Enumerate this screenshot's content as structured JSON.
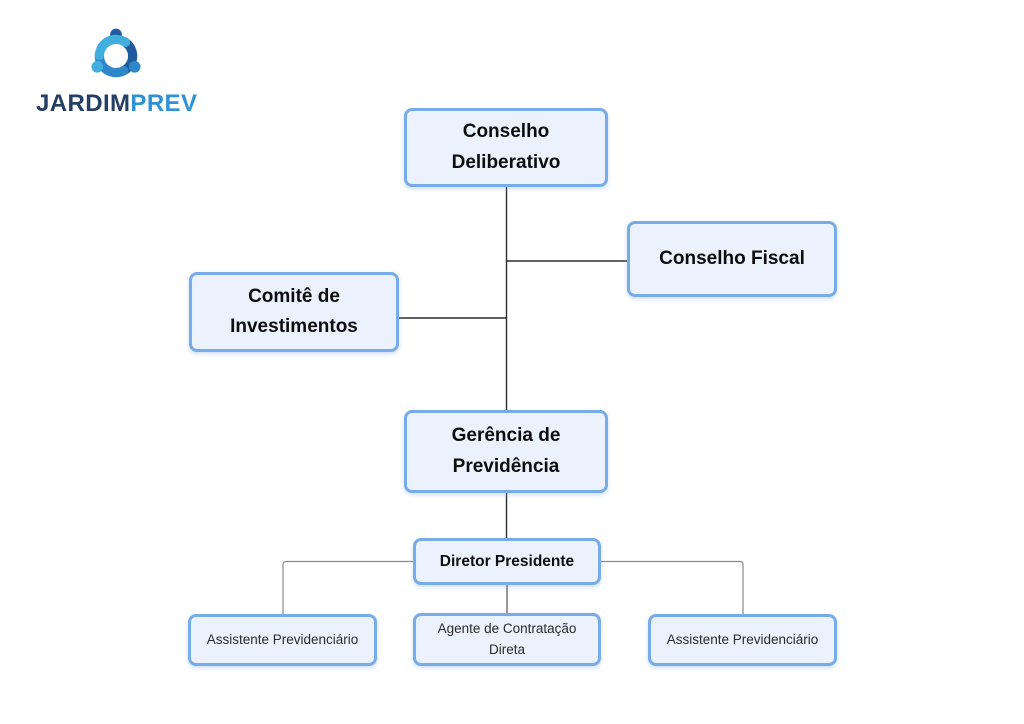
{
  "logo": {
    "text_primary": "JARDIM",
    "text_secondary": "PREV",
    "color_primary": "#253e63",
    "color_secondary": "#2e93d5",
    "icon": "teamwork-circle-icon",
    "icon_colors": [
      "#1e5c9e",
      "#2e87c8",
      "#41aede"
    ]
  },
  "org_chart": {
    "node_fill": "#ebf2fd",
    "node_border": "#77ace9",
    "connector_dark": "#2e2e2e",
    "connector_gray": "#8a8a8a",
    "nodes": [
      {
        "id": "conselho-deliberativo",
        "label": "Conselho Deliberativo"
      },
      {
        "id": "conselho-fiscal",
        "label": "Conselho Fiscal"
      },
      {
        "id": "comite-de-investimentos",
        "label": "Comitê de Investimentos"
      },
      {
        "id": "gerencia-de-previdencia",
        "label": "Gerência de Previdência"
      },
      {
        "id": "diretor-presidente",
        "label": "Diretor Presidente"
      },
      {
        "id": "assistente-previdenciario-esquerda",
        "label": "Assistente Previdenciário"
      },
      {
        "id": "agente-de-contratacao-direta",
        "label": "Agente de Contratação Direta"
      },
      {
        "id": "assistente-previdenciario-direita",
        "label": "Assistente Previdenciário"
      }
    ],
    "edges": [
      {
        "from": "conselho-deliberativo",
        "to": "conselho-fiscal"
      },
      {
        "from": "conselho-deliberativo",
        "to": "comite-de-investimentos"
      },
      {
        "from": "conselho-deliberativo",
        "to": "gerencia-de-previdencia"
      },
      {
        "from": "gerencia-de-previdencia",
        "to": "diretor-presidente"
      },
      {
        "from": "diretor-presidente",
        "to": "assistente-previdenciario-esquerda"
      },
      {
        "from": "diretor-presidente",
        "to": "agente-de-contratacao-direta"
      },
      {
        "from": "diretor-presidente",
        "to": "assistente-previdenciario-direita"
      }
    ]
  }
}
